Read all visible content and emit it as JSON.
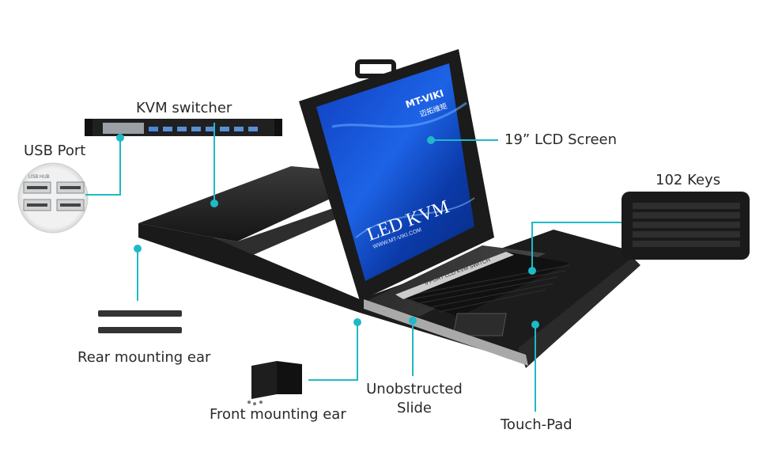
{
  "labels": {
    "kvm_switcher": "KVM switcher",
    "usb_port": "USB Port",
    "lcd_screen": "19” LCD Screen",
    "keys": "102 Keys",
    "rear_ear": "Rear mounting ear",
    "front_ear": "Front mounting ear",
    "slide_line1": "Unobstructed",
    "slide_line2": "Slide",
    "touchpad": "Touch-Pad"
  },
  "screen": {
    "brand": "MT-VIKI",
    "brand_cn": "迈拓维矩",
    "title": "LED KVM",
    "url": "WWW.MT-VIKI.COM"
  },
  "device_text": {
    "front_strip": "8 PORT LCD KVM SWITCH",
    "usb_hub": "USB HUB"
  },
  "colors": {
    "accent": "#1fb9c7",
    "body": "#1e1e1e",
    "screen_blue": "#1a4fd0"
  }
}
